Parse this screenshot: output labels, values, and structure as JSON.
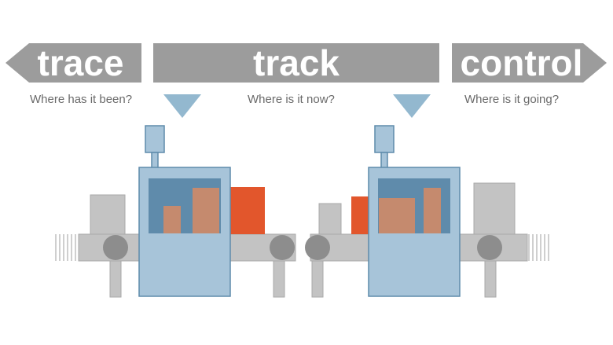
{
  "stages": [
    {
      "label": "trace",
      "question": "Where has it been?"
    },
    {
      "label": "track",
      "question": "Where is it now?"
    },
    {
      "label": "control",
      "question": "Where is it going?"
    }
  ],
  "colors": {
    "banner": "#9c9c9c",
    "banner_text": "#ffffff",
    "question_text": "#6a6a6a",
    "machine_body": "#a7c4d9",
    "machine_window": "#5f8bab",
    "product_orange": "#e2562c",
    "product_tan": "#c58a6e",
    "conveyor": "#c3c3c3",
    "roller": "#8d8d8d",
    "marker": "#93b8cf"
  }
}
